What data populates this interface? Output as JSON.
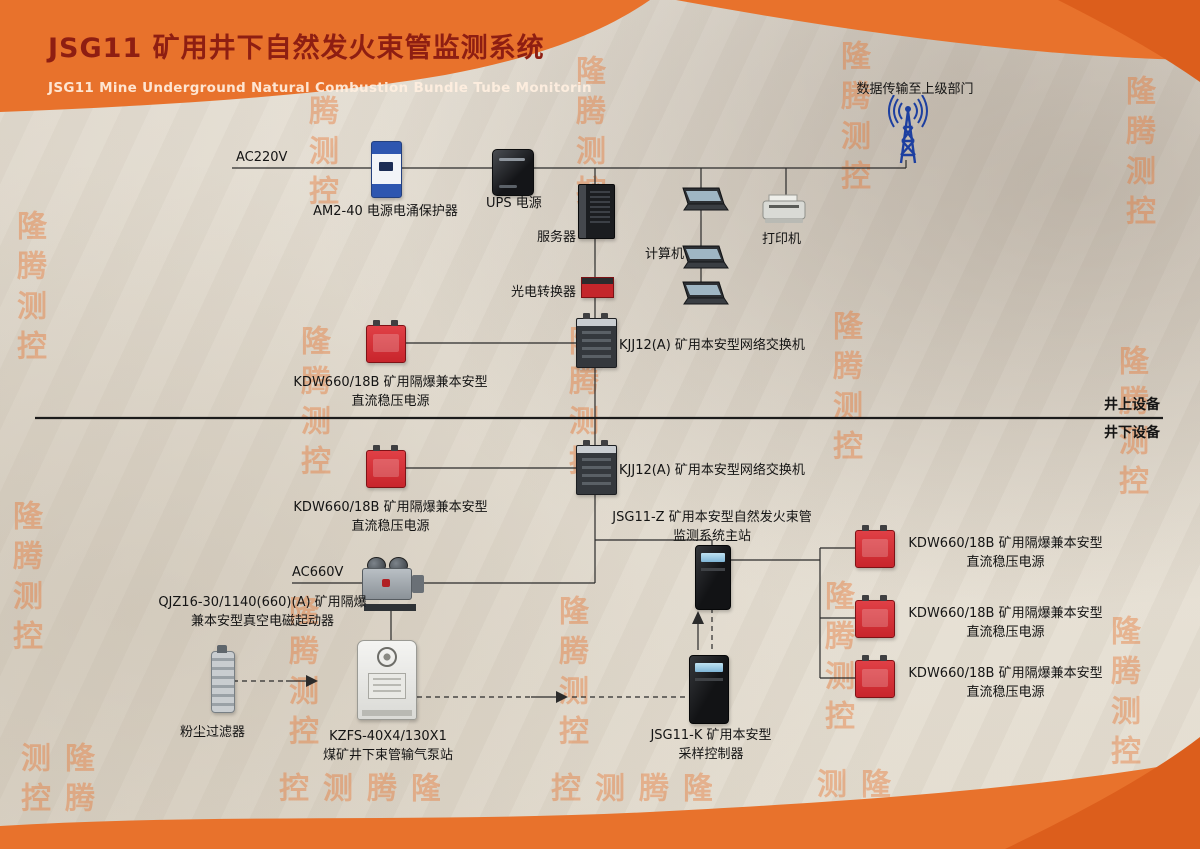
{
  "header": {
    "title": "JSG11 矿用井下自然发火束管监测系统",
    "subtitle": "JSG11 Mine Underground Natural Combustion Bundle Tube Monitorin"
  },
  "watermark": {
    "text": "隆腾测控"
  },
  "sections": {
    "surface_label": "井上设备",
    "underground_label": "井下设备"
  },
  "surface": {
    "antenna_label": "数据传输至上级部门",
    "power_in": "AC220V",
    "surge_protector": "AM2-40 电源电涌保护器",
    "ups": "UPS 电源",
    "server": "服务器",
    "computer": "计算机",
    "printer": "打印机",
    "photo_converter": "光电转换器",
    "network_switch": "KJJ12(A) 矿用本安型网络交换机",
    "dc_power": {
      "line1": "KDW660/18B 矿用隔爆兼本安型",
      "line2": "直流稳压电源"
    }
  },
  "underground": {
    "network_switch": "KJJ12(A) 矿用本安型网络交换机",
    "dc_power": {
      "line1": "KDW660/18B 矿用隔爆兼本安型",
      "line2": "直流稳压电源"
    },
    "main_station": {
      "line1": "JSG11-Z 矿用本安型自然发火束管",
      "line2": "监测系统主站"
    },
    "power_in": "AC660V",
    "starter": {
      "line1": "QJZ16-30/1140(660)(A) 矿用隔爆",
      "line2": "兼本安型真空电磁起动器"
    },
    "dc_power_right1": {
      "line1": "KDW660/18B 矿用隔爆兼本安型",
      "line2": "直流稳压电源"
    },
    "dc_power_right2": {
      "line1": "KDW660/18B 矿用隔爆兼本安型",
      "line2": "直流稳压电源"
    },
    "dc_power_right3": {
      "line1": "KDW660/18B 矿用隔爆兼本安型",
      "line2": "直流稳压电源"
    },
    "dust_filter": "粉尘过滤器",
    "pump_station": {
      "line1": "KZFS-40X4/130X1",
      "line2": "煤矿井下束管输气泵站"
    },
    "sampling_controller": {
      "line1": "JSG11-K 矿用本安型",
      "line2": "采样控制器"
    }
  },
  "colors": {
    "accent_orange": "#E8722C",
    "accent_orange_dark": "#DC5E1C",
    "title_red": "#8E1E12",
    "device_red": "#C8252C",
    "antenna_blue": "#1D3FA0"
  }
}
